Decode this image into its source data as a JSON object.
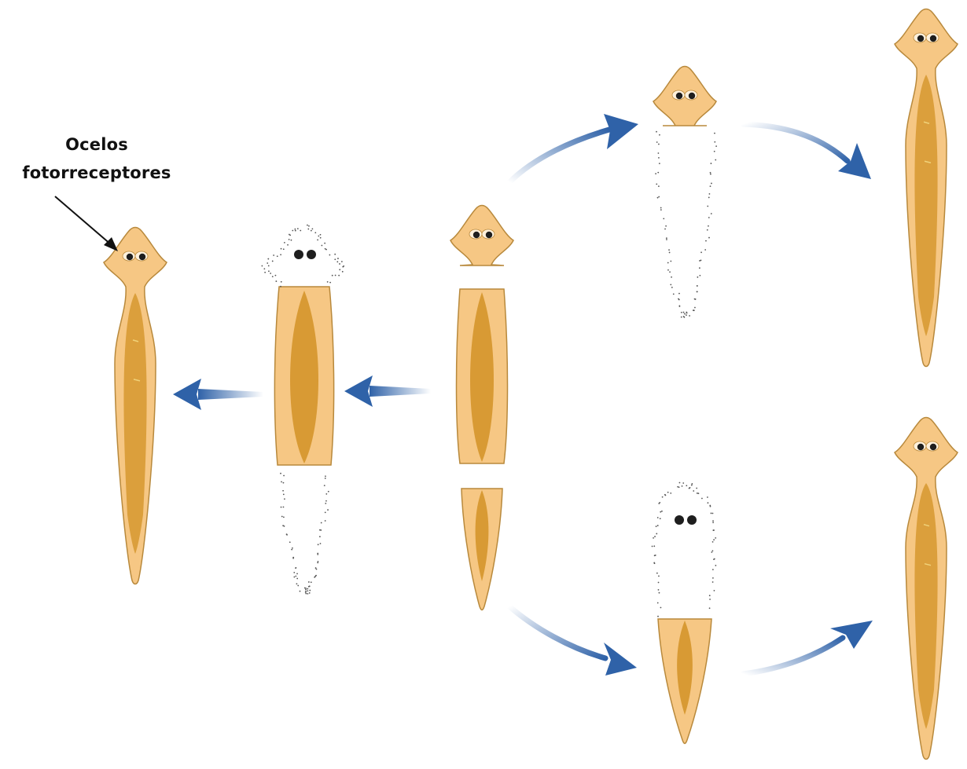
{
  "annotation": {
    "label_line_1": "Ocelos",
    "label_line_2": "fotorreceptores",
    "pointer": "arrow-icon"
  },
  "colors": {
    "background": "#ffffff",
    "body_fill": "#f6c784",
    "body_outline": "#b8893c",
    "gut_fill": "#d89a34",
    "gut_inner": "#c98a2a",
    "eye": "#1e1e1e",
    "regen_dots": "#555555",
    "arrow_blue": "#2f62a8",
    "arrow_tail": "#c8d6ea"
  },
  "figures": [
    {
      "id": "regenerated-left",
      "state": "complete"
    },
    {
      "id": "middle-fragment",
      "state": "regenerating-head-and-tail"
    },
    {
      "id": "original-cut",
      "state": "cut-in-three"
    },
    {
      "id": "head-fragment",
      "state": "regenerating-tail"
    },
    {
      "id": "tail-fragment",
      "state": "regenerating-head"
    },
    {
      "id": "regenerated-top-right",
      "state": "complete"
    },
    {
      "id": "regenerated-bottom-right",
      "state": "complete"
    }
  ]
}
